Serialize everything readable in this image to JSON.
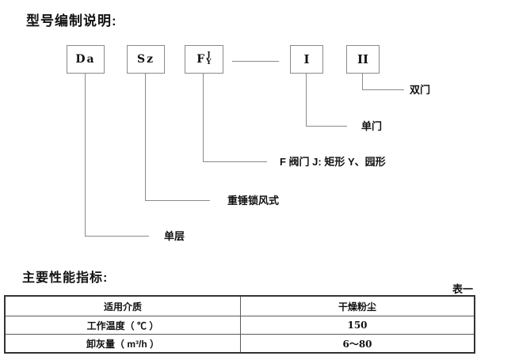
{
  "page": {
    "title": "型号编制说明:"
  },
  "diagram": {
    "boxes": [
      {
        "code": "Da",
        "label": "单层"
      },
      {
        "code": "Sz",
        "label": "重锤锁风式"
      },
      {
        "code": "F",
        "sup": "J",
        "sub": "Y",
        "label": "F 阀门 J: 矩形 Y、园形"
      },
      {
        "code": "I",
        "label": "单门"
      },
      {
        "code": "II",
        "label": "双门"
      }
    ]
  },
  "performance": {
    "title": "主要性能指标:",
    "table_caption": "表一",
    "table": {
      "rows": [
        {
          "label": "适用介质",
          "value": "干燥粉尘"
        },
        {
          "label": "工作温度（ ℃ ）",
          "value": "150"
        },
        {
          "label": "卸灰量（ m³/h ）",
          "value": "6～80"
        }
      ]
    }
  },
  "colors": {
    "line_gray": "#8a8a8a",
    "table_border": "#333333",
    "text": "#111111",
    "background": "#ffffff"
  }
}
